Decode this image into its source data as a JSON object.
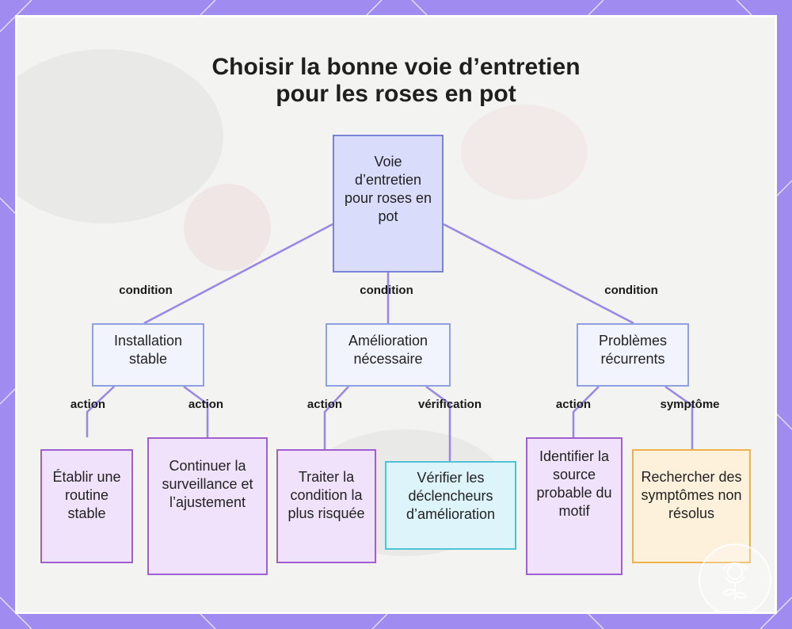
{
  "title": {
    "line1": "Choisir la bonne voie d’entretien",
    "line2": "pour les roses en pot"
  },
  "nodes": {
    "root": "Voie d’entretien pour roses en pot",
    "installation": "Installation stable",
    "amelioration": "Amélioration nécessaire",
    "problemes": "Problèmes récurrents",
    "routine": "Établir une routine stable",
    "surveillance": "Continuer la surveillance et l’ajustement",
    "traiter": "Traiter la condition la plus risquée",
    "verifier": "Vérifier les déclencheurs d’amélioration",
    "identifier": "Identifier la source probable du motif",
    "rechercher": "Rechercher des symptômes non résolus"
  },
  "edges": {
    "root_installation": "condition",
    "root_amelioration": "condition",
    "root_problemes": "condition",
    "installation_routine": "action",
    "installation_surveillance": "action",
    "amelioration_traiter": "action",
    "amelioration_verifier": "vérification",
    "problemes_identifier": "action",
    "problemes_rechercher": "symptôme"
  },
  "colors": {
    "frame": "#a08cf0",
    "edge": "#9a86e8",
    "root_fill": "#d9dcfb",
    "action_fill": "#f0e2fb",
    "verify_fill": "#ddf5fa",
    "symptom_fill": "#fdf1dc"
  },
  "logo_icon": "rose-logo-icon"
}
